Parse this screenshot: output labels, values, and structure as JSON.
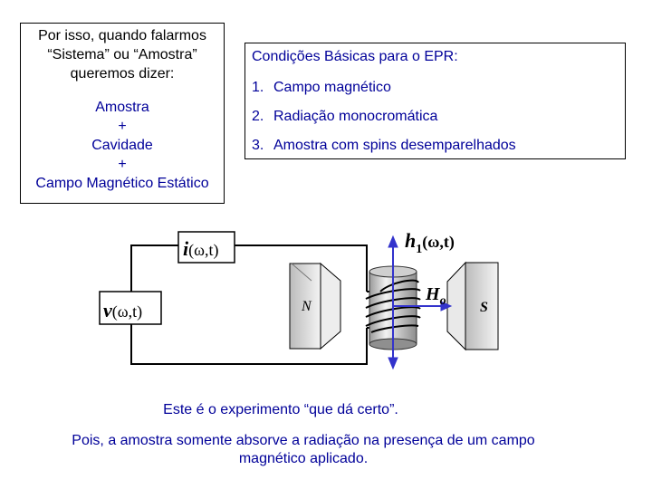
{
  "left_box": {
    "intro_lines": [
      "Por isso, quando falarmos",
      "“Sistema” ou “Amostra”",
      "queremos dizer:"
    ],
    "components": [
      "Amostra",
      "+",
      "Cavidade",
      "+",
      "Campo Magnético Estático"
    ]
  },
  "right_box": {
    "title": "Condições Básicas para o EPR:",
    "items": [
      {
        "num": "1.",
        "text": "Campo magnético"
      },
      {
        "num": "2.",
        "text": "Radiação monocromática"
      },
      {
        "num": "3.",
        "text": "Amostra com spins desemparelhados"
      }
    ]
  },
  "diagram": {
    "current_label": "i",
    "current_args": "(ω,t)",
    "voltage_label": "v",
    "voltage_args": "(ω,t)",
    "field_label": "h",
    "field_sub": "1",
    "field_args": "(ω,t)",
    "static_field_label": "H",
    "static_field_sub": "o",
    "pole_north": "N",
    "pole_south": "S",
    "colors": {
      "arrow": "#3333cc",
      "cylinder": "#d9d9d9"
    }
  },
  "captions": {
    "line1": "Este é o experimento “que dá certo”.",
    "line2": "Pois, a amostra somente absorve a radiação na presença de um campo magnético aplicado."
  }
}
